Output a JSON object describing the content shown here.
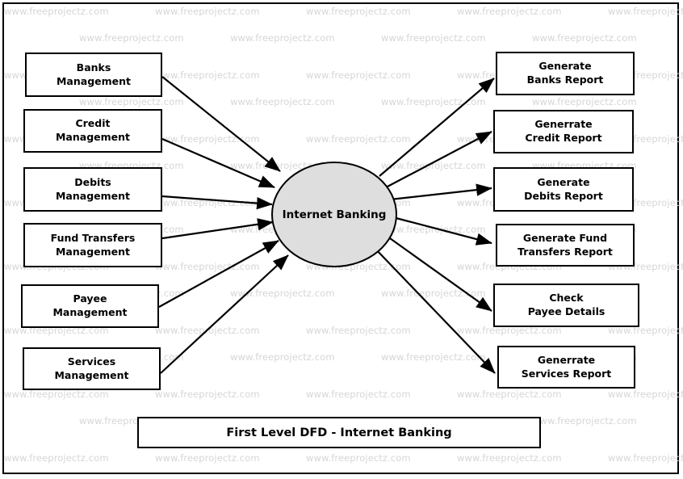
{
  "diagram": {
    "title": "First Level DFD - Internet Banking",
    "caption": "First Level DFD - Internet Banking",
    "process": {
      "label": "Internet Banking",
      "shape": "ellipse",
      "fill": "#dedede",
      "stroke": "#000000"
    },
    "colors": {
      "node_fill": "#ffffff",
      "node_stroke": "#000000",
      "process_fill": "#dedede",
      "edge": "#000000",
      "watermark": "#d6d6d6",
      "page_border": "#000000",
      "background": "#ffffff"
    },
    "inputs": [
      {
        "label": "Banks\nManagement",
        "line1": "Banks",
        "line2": "Management"
      },
      {
        "label": "Credit\nManagement",
        "line1": "Credit",
        "line2": "Management"
      },
      {
        "label": "Debits\nManagement",
        "line1": "Debits",
        "line2": "Management"
      },
      {
        "label": "Fund Transfers\nManagement",
        "line1": "Fund Transfers",
        "line2": "Management"
      },
      {
        "label": "Payee\nManagement",
        "line1": "Payee",
        "line2": "Management"
      },
      {
        "label": "Services\nManagement",
        "line1": "Services",
        "line2": "Management"
      }
    ],
    "outputs": [
      {
        "label": "Generate\nBanks Report",
        "line1": "Generate",
        "line2": "Banks Report"
      },
      {
        "label": "Generrate\nCredit Report",
        "line1": "Generrate",
        "line2": "Credit Report"
      },
      {
        "label": "Generate\nDebits Report",
        "line1": "Generate",
        "line2": "Debits Report"
      },
      {
        "label": "Generate Fund\nTransfers Report",
        "line1": "Generate Fund",
        "line2": "Transfers Report"
      },
      {
        "label": "Check\nPayee Details",
        "line1": "Check",
        "line2": "Payee Details"
      },
      {
        "label": "Generrate\nServices Report",
        "line1": "Generrate",
        "line2": "Services Report"
      }
    ],
    "edges": [
      {
        "from": "Banks Management",
        "to": "Internet Banking",
        "direction": "in"
      },
      {
        "from": "Credit Management",
        "to": "Internet Banking",
        "direction": "in"
      },
      {
        "from": "Debits Management",
        "to": "Internet Banking",
        "direction": "in"
      },
      {
        "from": "Fund Transfers Management",
        "to": "Internet Banking",
        "direction": "in"
      },
      {
        "from": "Payee Management",
        "to": "Internet Banking",
        "direction": "in"
      },
      {
        "from": "Services Management",
        "to": "Internet Banking",
        "direction": "in"
      },
      {
        "from": "Internet Banking",
        "to": "Generate Banks Report",
        "direction": "out"
      },
      {
        "from": "Internet Banking",
        "to": "Generrate Credit Report",
        "direction": "out"
      },
      {
        "from": "Internet Banking",
        "to": "Generate Debits Report",
        "direction": "out"
      },
      {
        "from": "Internet Banking",
        "to": "Generate Fund Transfers Report",
        "direction": "out"
      },
      {
        "from": "Internet Banking",
        "to": "Check Payee Details",
        "direction": "out"
      },
      {
        "from": "Internet Banking",
        "to": "Generrate Services Report",
        "direction": "out"
      }
    ]
  },
  "watermark": {
    "text": "www.freeprojectz.com"
  }
}
